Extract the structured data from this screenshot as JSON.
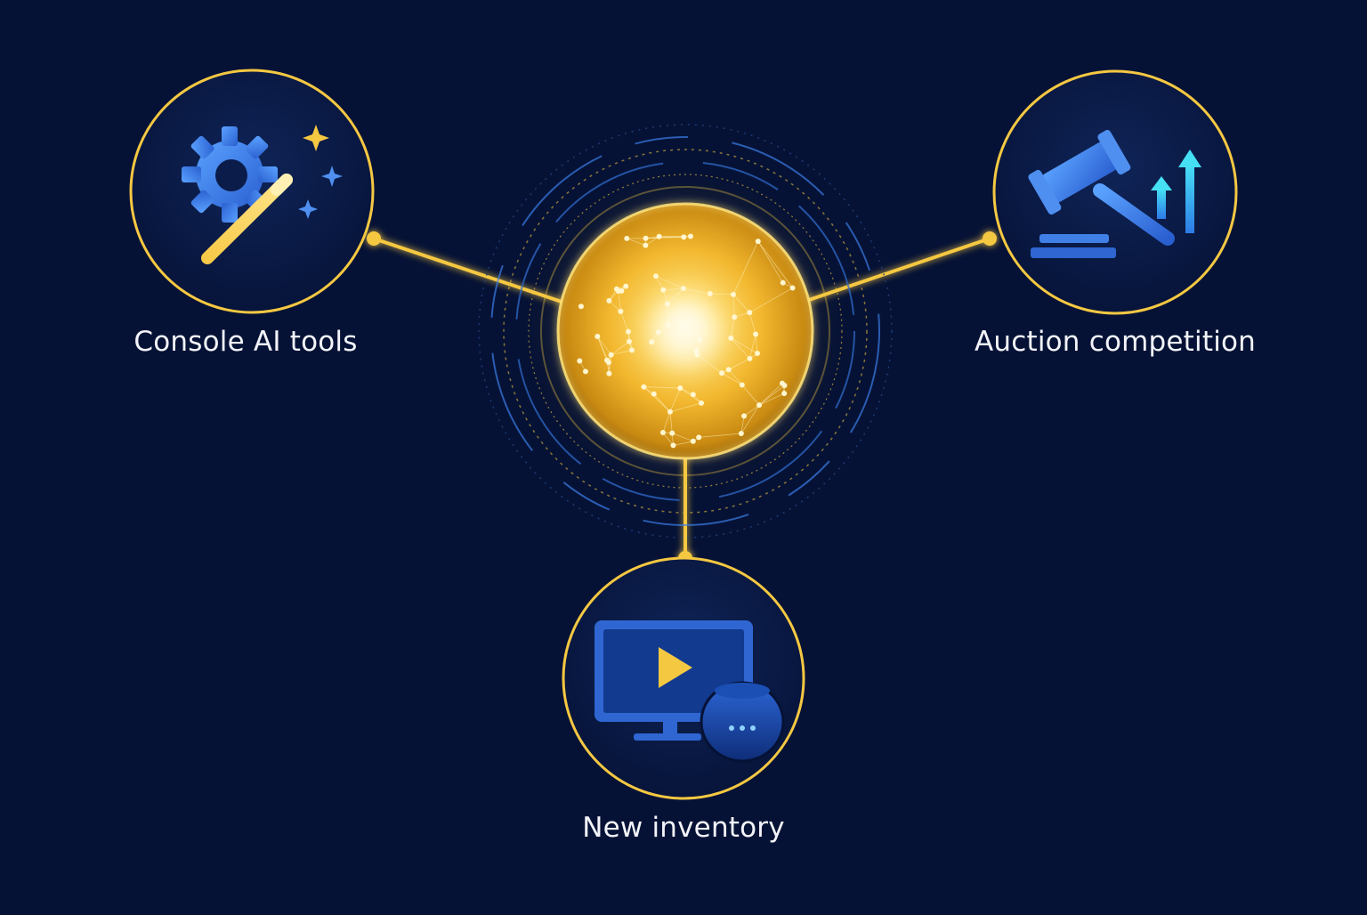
{
  "nodes": {
    "left": {
      "label": "Console AI tools",
      "icon": "gear-magic-wand-icon"
    },
    "right": {
      "label": "Auction competition",
      "icon": "gavel-rising-arrows-icon"
    },
    "bottom": {
      "label": "New inventory",
      "icon": "tv-play-smart-speaker-icon"
    }
  },
  "colors": {
    "background": "#061235",
    "gold": "#f5c842",
    "blue": "#3a7ee8",
    "cyan": "#38c6f0",
    "label_text": "#f2f4fa"
  }
}
